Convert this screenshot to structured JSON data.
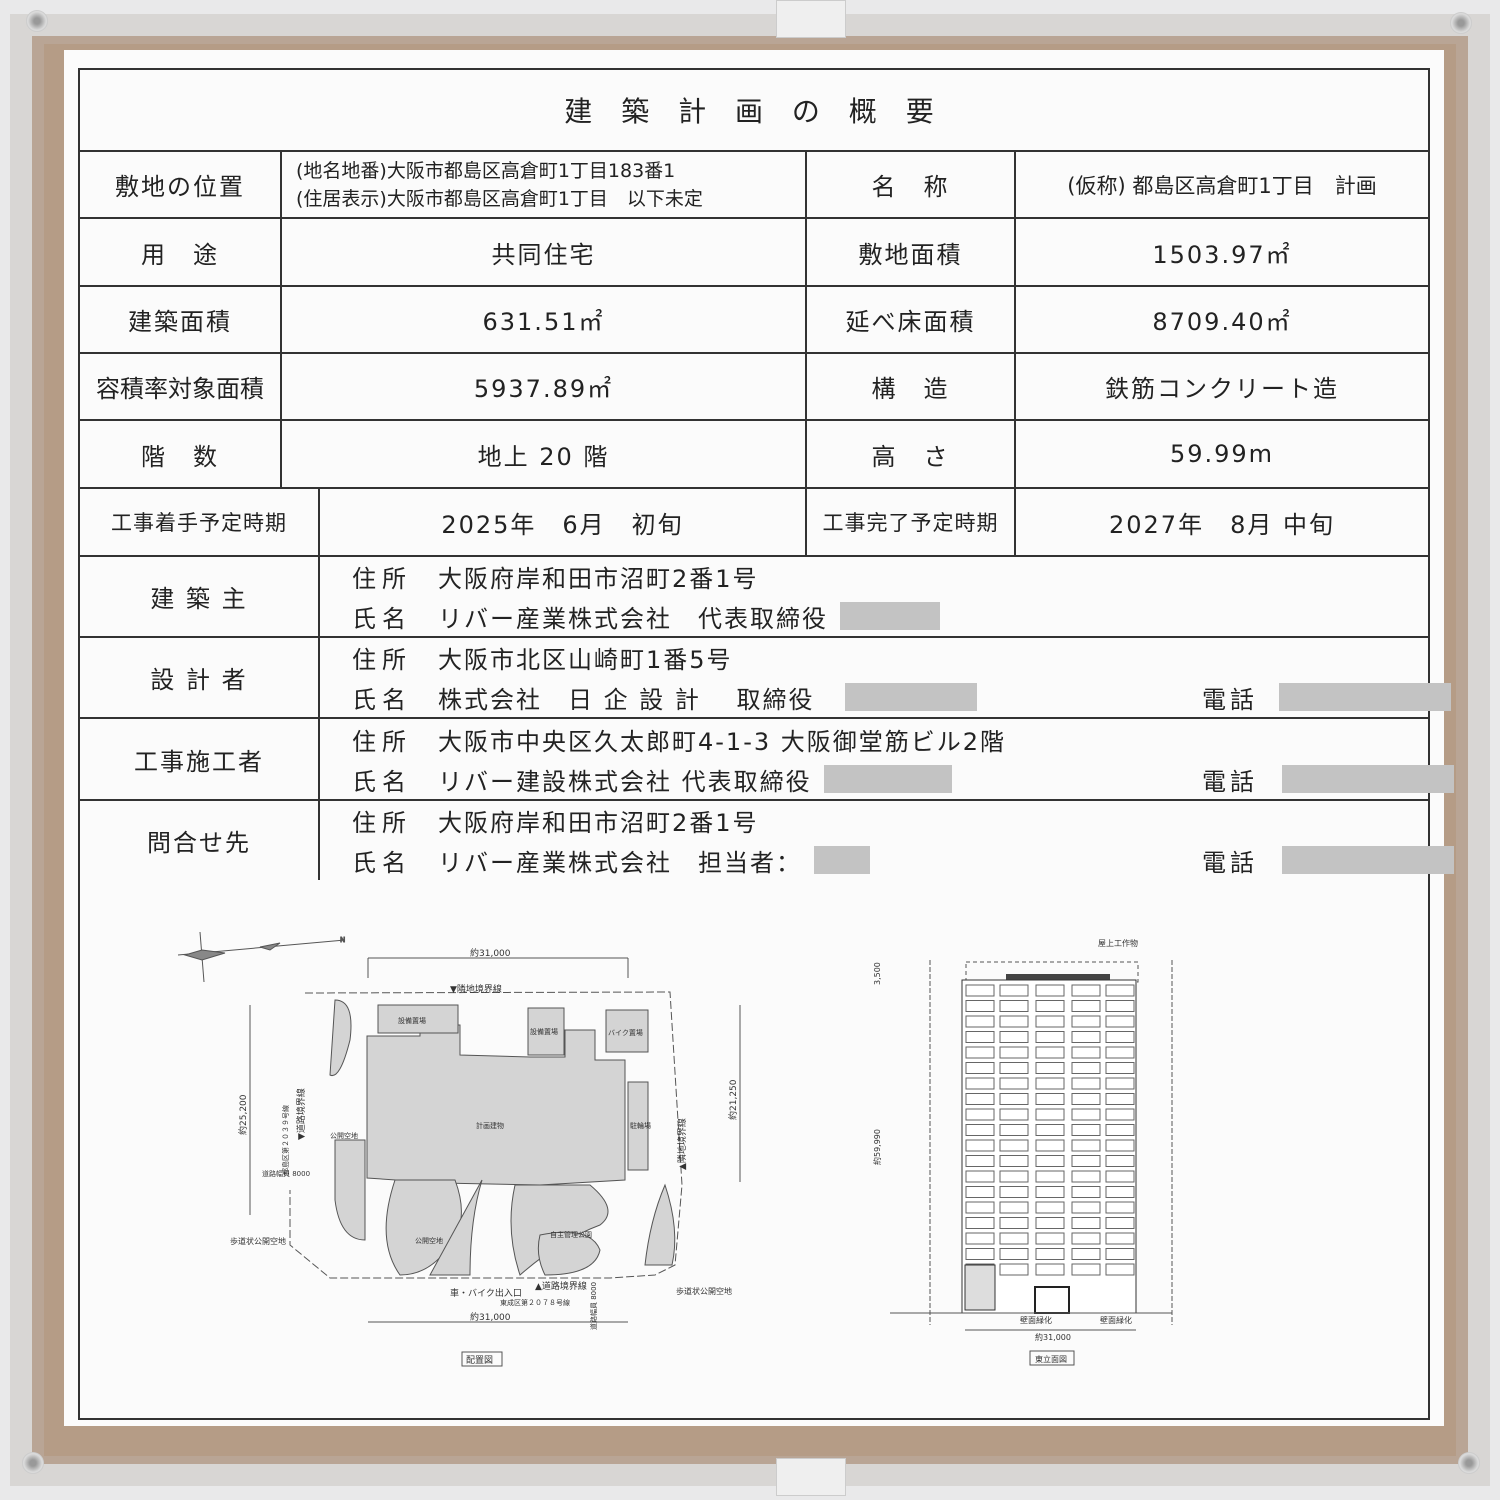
{
  "title": "建 築 計 画 の 概 要",
  "site_location": {
    "label": "敷地の位置",
    "line1": "(地名地番)大阪市都島区高倉町1丁目183番1",
    "line2": "(住居表示)大阪市都島区高倉町1丁目　以下未定"
  },
  "name": {
    "label": "名　称",
    "value": "(仮称) 都島区高倉町1丁目　計画"
  },
  "use": {
    "label": "用　途",
    "value": "共同住宅"
  },
  "site_area": {
    "label": "敷地面積",
    "value": "1503.97㎡"
  },
  "building_area": {
    "label": "建築面積",
    "value": "631.51㎡"
  },
  "total_floor_area": {
    "label": "延べ床面積",
    "value": "8709.40㎡"
  },
  "far_area": {
    "label": "容積率対象面積",
    "value": "5937.89㎡"
  },
  "structure": {
    "label": "構　造",
    "value": "鉄筋コンクリート造"
  },
  "floors": {
    "label": "階　数",
    "value": "地上 20 階"
  },
  "height": {
    "label": "高　さ",
    "value": "59.99m"
  },
  "start": {
    "label": "工事着手予定時期",
    "value": "2025年　6月　初旬"
  },
  "completion": {
    "label": "工事完了予定時期",
    "value": "2027年　8月 中旬"
  },
  "owner": {
    "label": "建 築 主",
    "addr_label": "住所",
    "addr": "大阪府岸和田市沼町2番1号",
    "name_label": "氏名",
    "name": "リバー産業株式会社　代表取締役"
  },
  "designer": {
    "label": "設 計 者",
    "addr_label": "住所",
    "addr": "大阪市北区山崎町1番5号",
    "name_label": "氏名",
    "name": "株式会社　日 企 設 計　 取締役",
    "tel_label": "電話"
  },
  "contractor": {
    "label": "工事施工者",
    "addr_label": "住所",
    "addr": "大阪市中央区久太郎町4-1-3 大阪御堂筋ビル2階",
    "name_label": "氏名",
    "name": "リバー建設株式会社 代表取締役",
    "tel_label": "電話"
  },
  "contact": {
    "label": "問合せ先",
    "addr_label": "住所",
    "addr": "大阪府岸和田市沼町2番1号",
    "name_label": "氏名",
    "name": "リバー産業株式会社　担当者：",
    "tel_label": "電話"
  },
  "site_plan": {
    "caption": "配置図",
    "width_top": "約31,000",
    "width_bottom": "約31,000",
    "depth_left": "約25,200",
    "depth_right": "約21,250",
    "north": "N",
    "boundary_top": "▼隣地境界線",
    "boundary_right": "▲隣地境界線",
    "boundary_left": "▼道路境界線",
    "boundary_bottom": "▲道路境界線",
    "road_left": "都島区第２０３９号線",
    "road_left_width": "道路幅員 8000",
    "road_bottom": "東成区第２０７８号線",
    "road_bottom_width": "道路幅員 8000",
    "equip1": "設備置場",
    "equip2": "設備置場",
    "bike": "バイク置場",
    "building": "計画建物",
    "bicycle": "駐輪場",
    "open_left": "公開空地",
    "open_bottom": "公開空地",
    "park": "自主管理公園",
    "sidewalk_left": "歩道状公開空地",
    "sidewalk_right": "歩道状公開空地",
    "entrance": "車・バイク出入口"
  },
  "elevation": {
    "caption": "東立面図",
    "width": "約31,000",
    "height": "約59,990",
    "roof_height": "3,500",
    "rooftop": "屋上工作物",
    "green1": "壁面緑化",
    "green2": "壁面緑化"
  },
  "colors": {
    "frame": "#b59c86",
    "redaction": "#c3c3c3",
    "plan_fill": "#d4d4d4"
  }
}
